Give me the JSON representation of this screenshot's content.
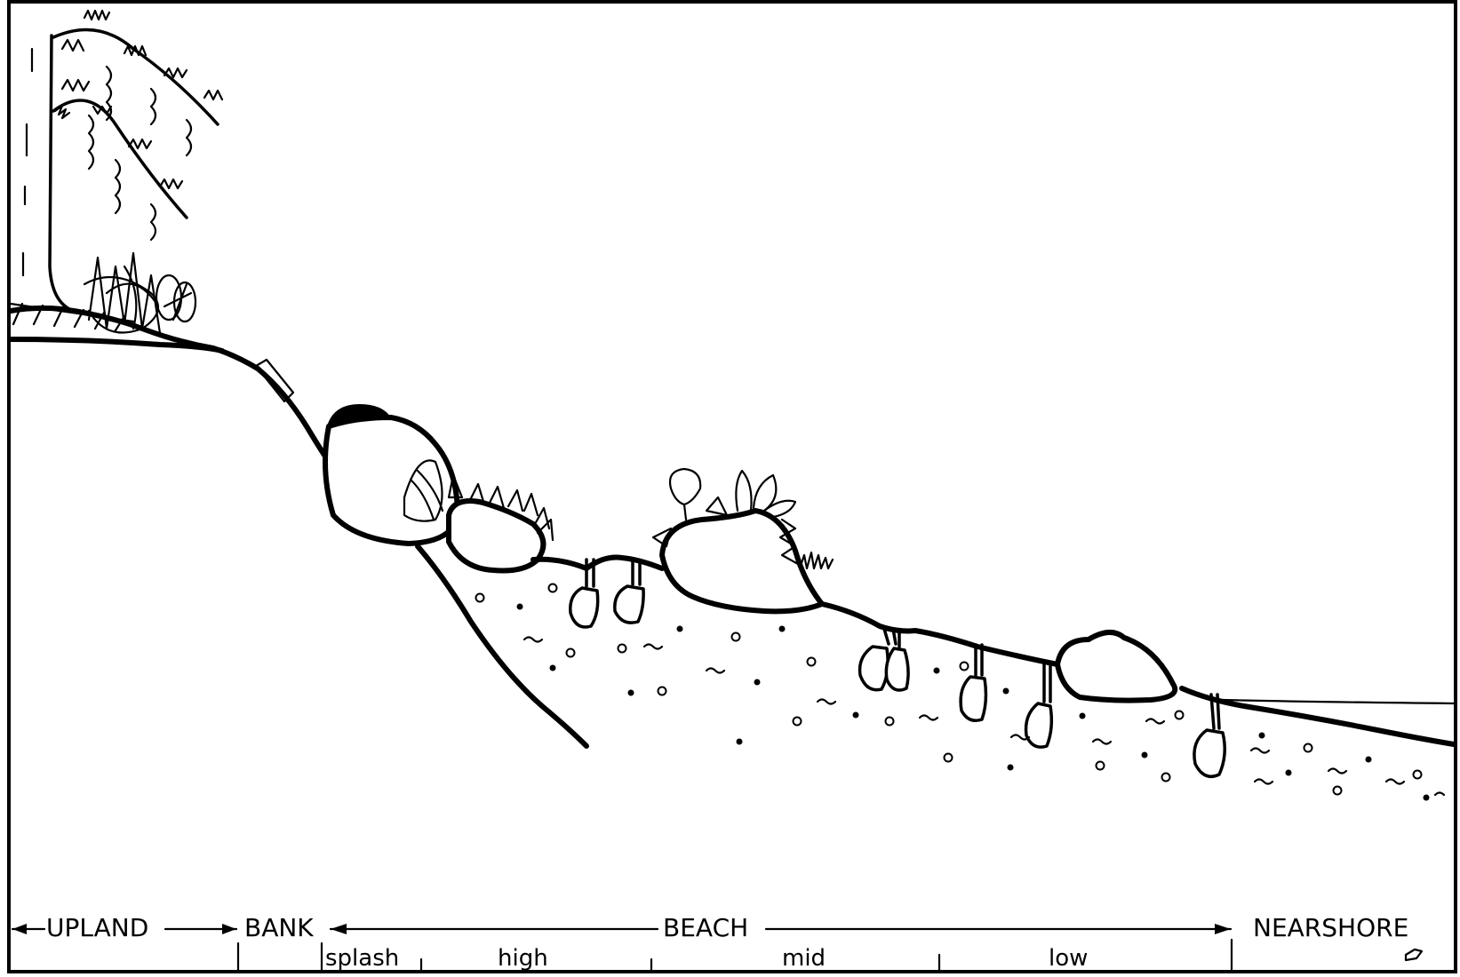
{
  "zones": {
    "upland": "UPLAND",
    "bank": "BANK",
    "beach": "BEACH",
    "nearshore": "NEARSHORE"
  },
  "beach_subzones": {
    "splash": "splash",
    "high": "high",
    "mid": "mid",
    "low": "low"
  },
  "colors": {
    "ink": "#000000",
    "paper": "#ffffff"
  }
}
